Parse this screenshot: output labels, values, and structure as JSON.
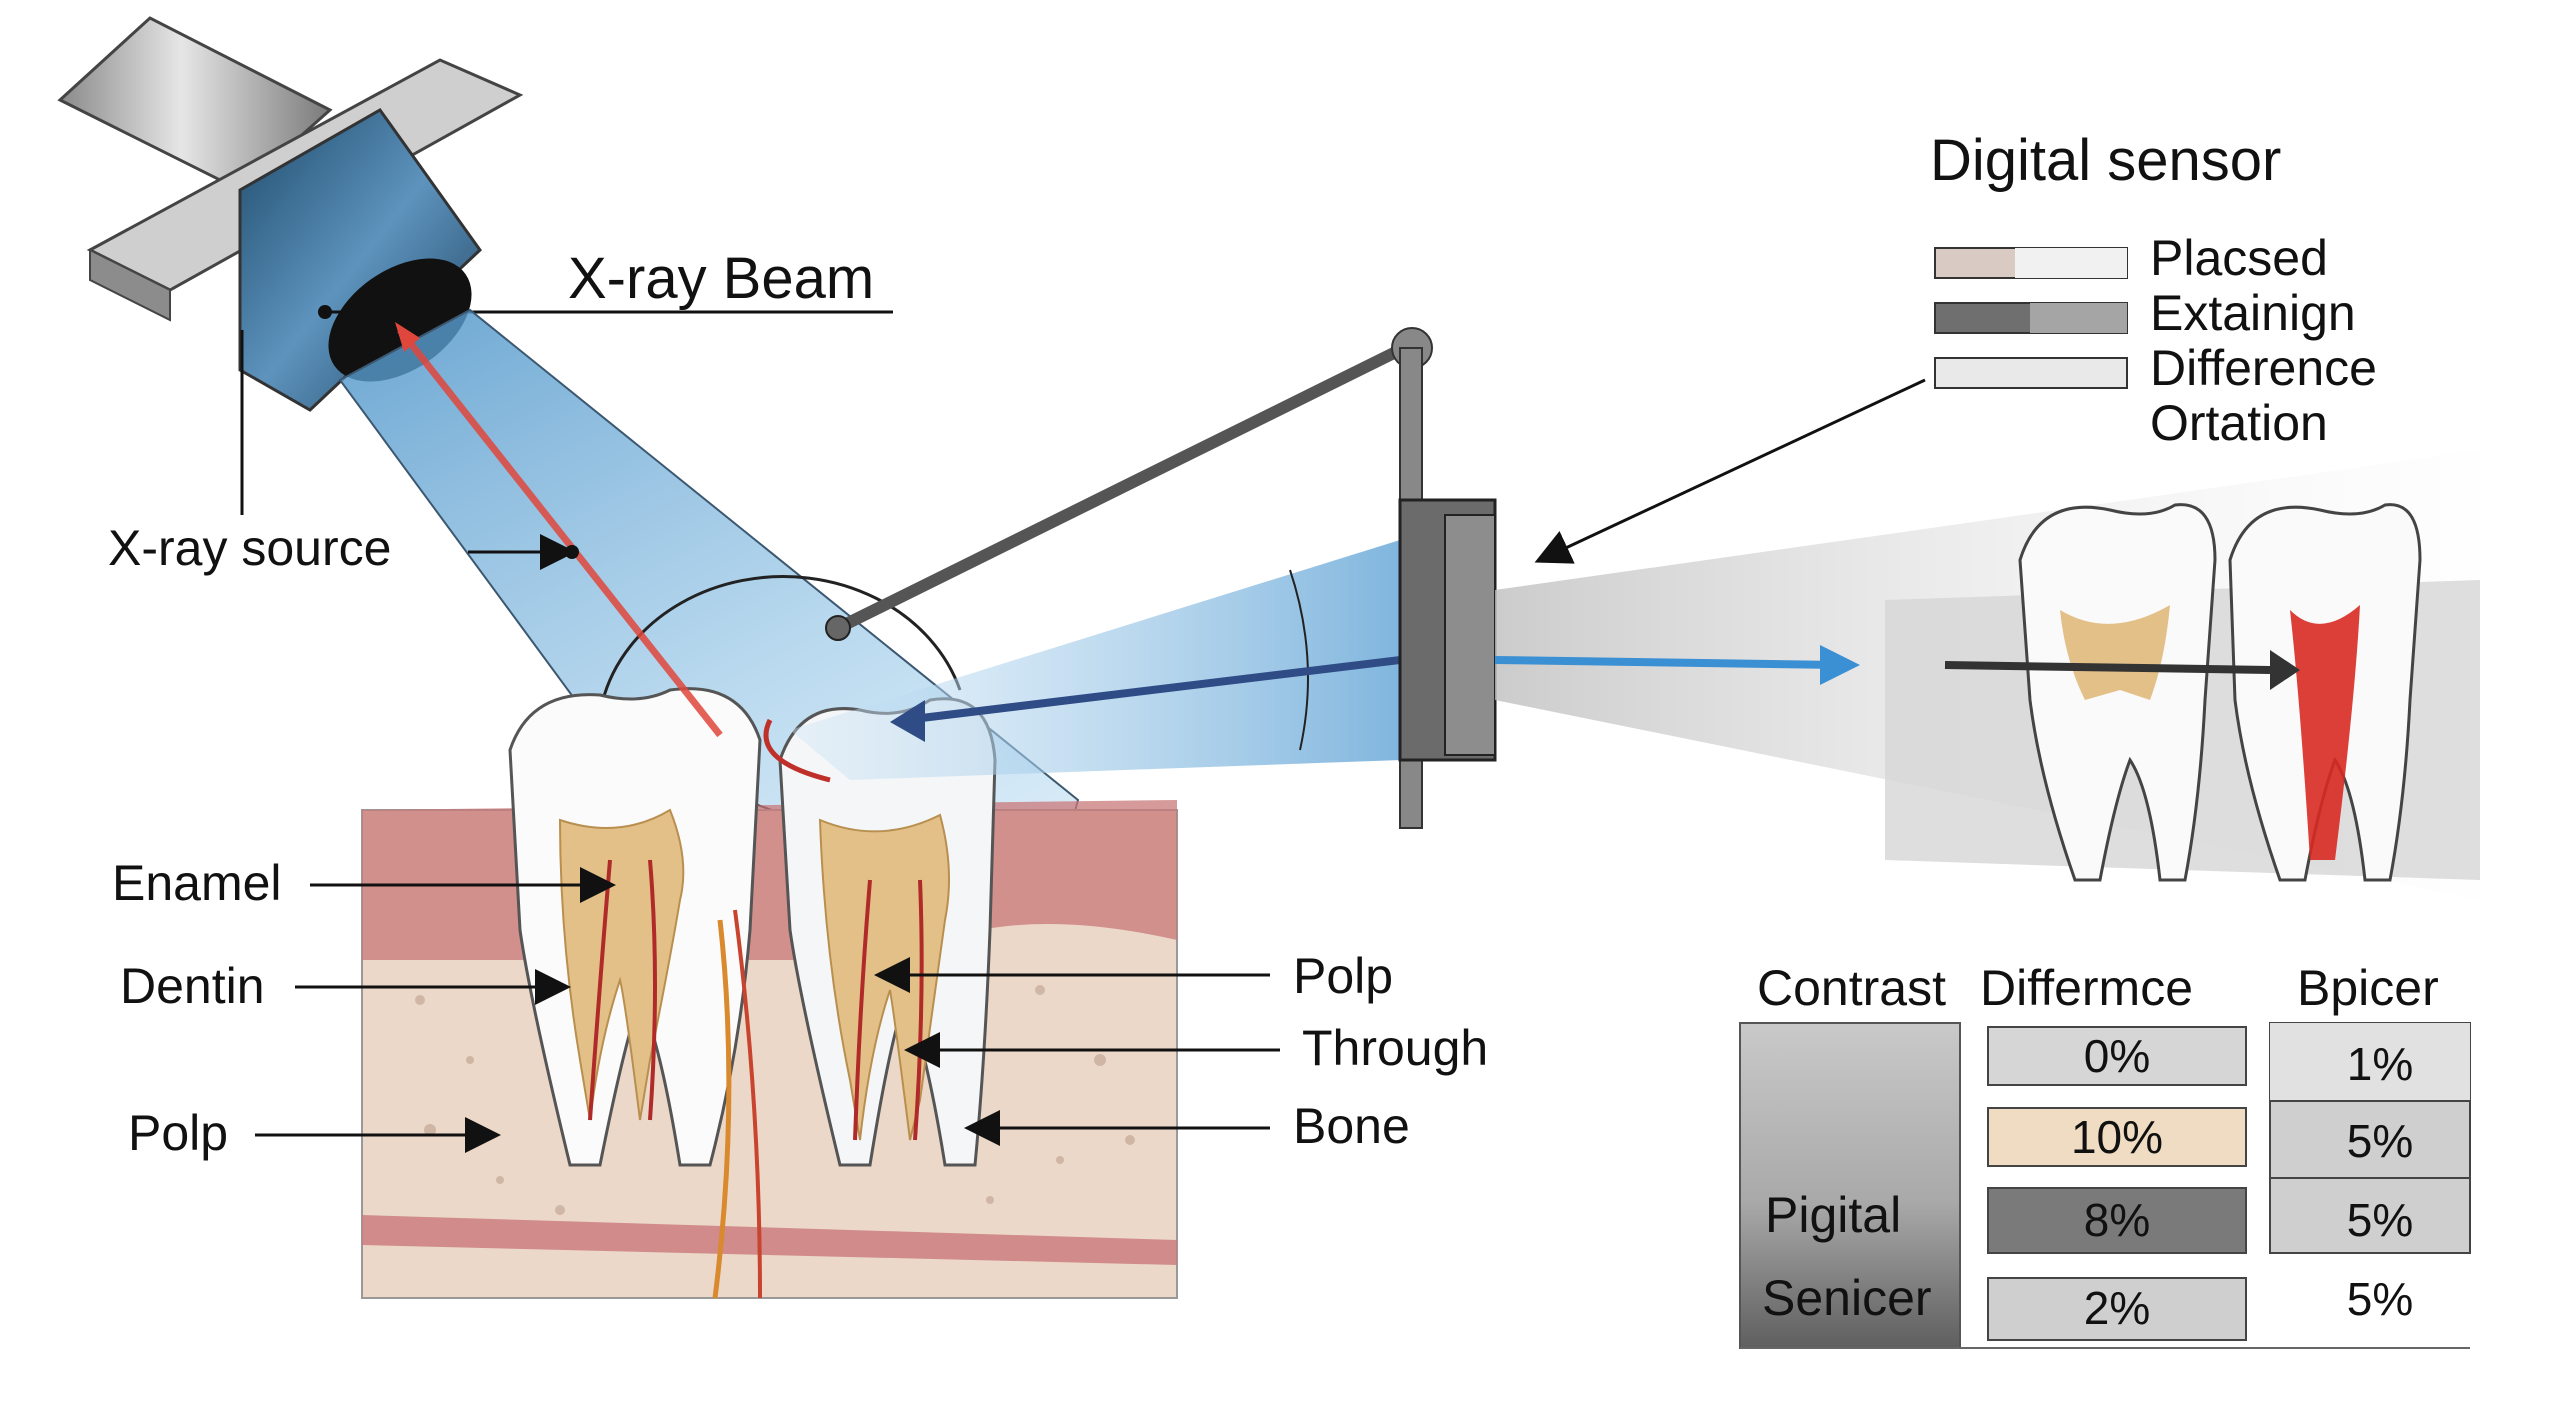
{
  "labels": {
    "xray_beam": "X-ray Beam",
    "xray_source": "X-ray source",
    "enamel": "Enamel",
    "dentin": "Dentin",
    "polp_left": "Polp",
    "polp_right": "Polp",
    "through": "Through",
    "bone": "Bone"
  },
  "sensor_panel": {
    "title": "Digital sensor",
    "legend": [
      {
        "label": "Placsed",
        "swatch": "#d9cbc4"
      },
      {
        "label": "Extainign",
        "swatch": "#6f6f6f"
      },
      {
        "label": "Difference",
        "swatch": "#e9e9e9"
      },
      {
        "label": "Ortation",
        "swatch": ""
      }
    ]
  },
  "table": {
    "headers": [
      "Contrast",
      "Differmce",
      "Bpicer"
    ],
    "side_labels": [
      "Pigital",
      "Senicer"
    ],
    "rows": [
      {
        "diff": "0%",
        "bpicer": "1%",
        "diff_color": "#d6d6d6"
      },
      {
        "diff": "10%",
        "bpicer": "5%",
        "diff_color": "#efdcc2"
      },
      {
        "diff": "8%",
        "bpicer": "5%",
        "diff_color": "#7a7a7a"
      },
      {
        "diff": "2%",
        "bpicer": "5%",
        "diff_color": "#cfcfcf"
      }
    ]
  },
  "colors": {
    "beam": "#7fb8dc",
    "arrow_red": "#e0473c",
    "arrow_blue": "#2f4c86",
    "gum": "#c9787a",
    "bone": "#ecd8c8",
    "pulp": "#e4c089"
  }
}
